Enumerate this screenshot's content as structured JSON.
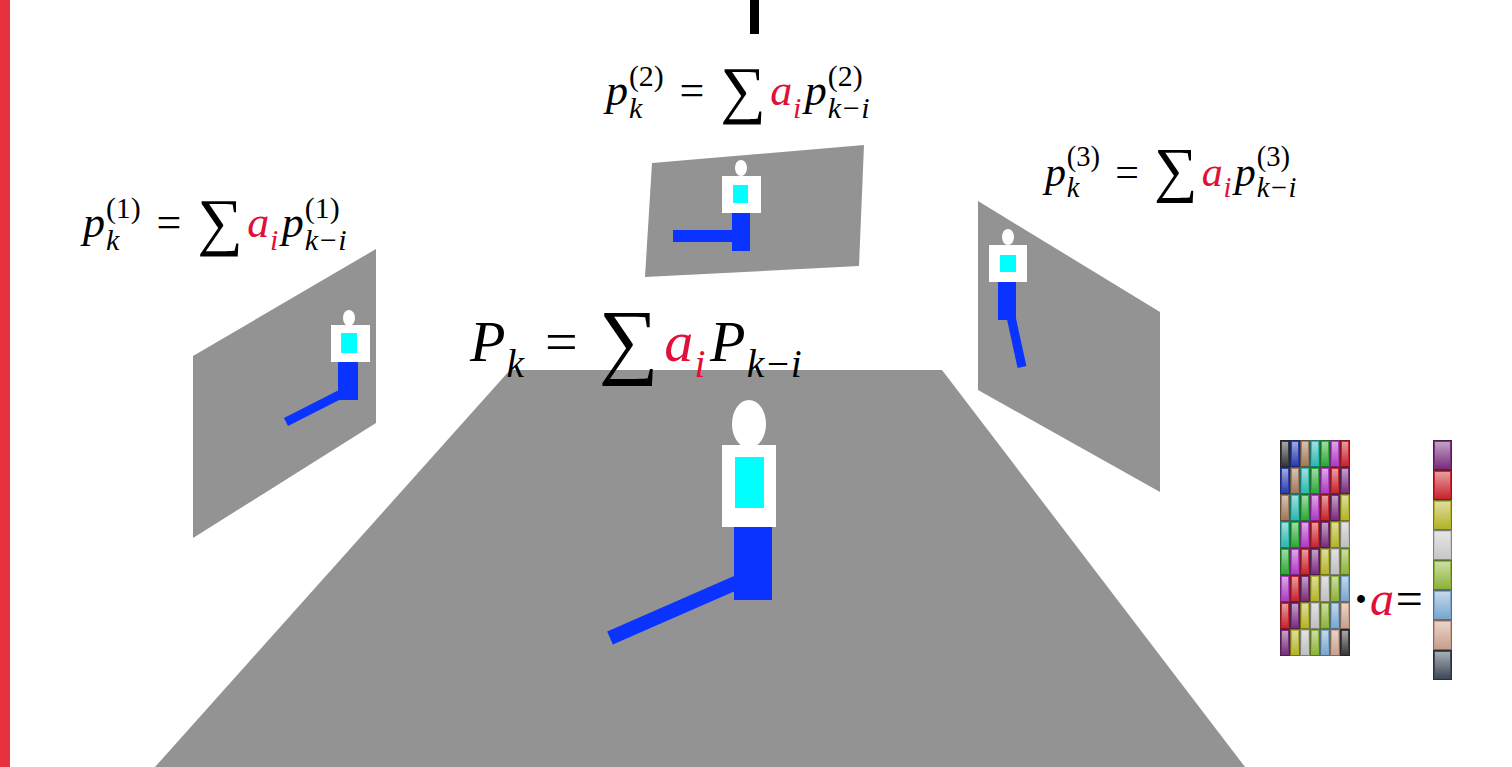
{
  "diagram": {
    "labels": [
      "p",
      "(2)",
      "k",
      "=",
      "∑",
      "a",
      "i",
      "p",
      "(2)",
      "k−i",
      "p",
      "(1)",
      "k",
      "=",
      "∑",
      "a",
      "i",
      "p",
      "(1)",
      "k−i",
      "p",
      "(3)",
      "k",
      "=",
      "∑",
      "a",
      "i",
      "p",
      "(3)",
      "k−i",
      "P",
      "k",
      "=",
      "∑",
      "a",
      "i",
      "P",
      "k−i",
      "·",
      "a",
      "="
    ]
  }
}
